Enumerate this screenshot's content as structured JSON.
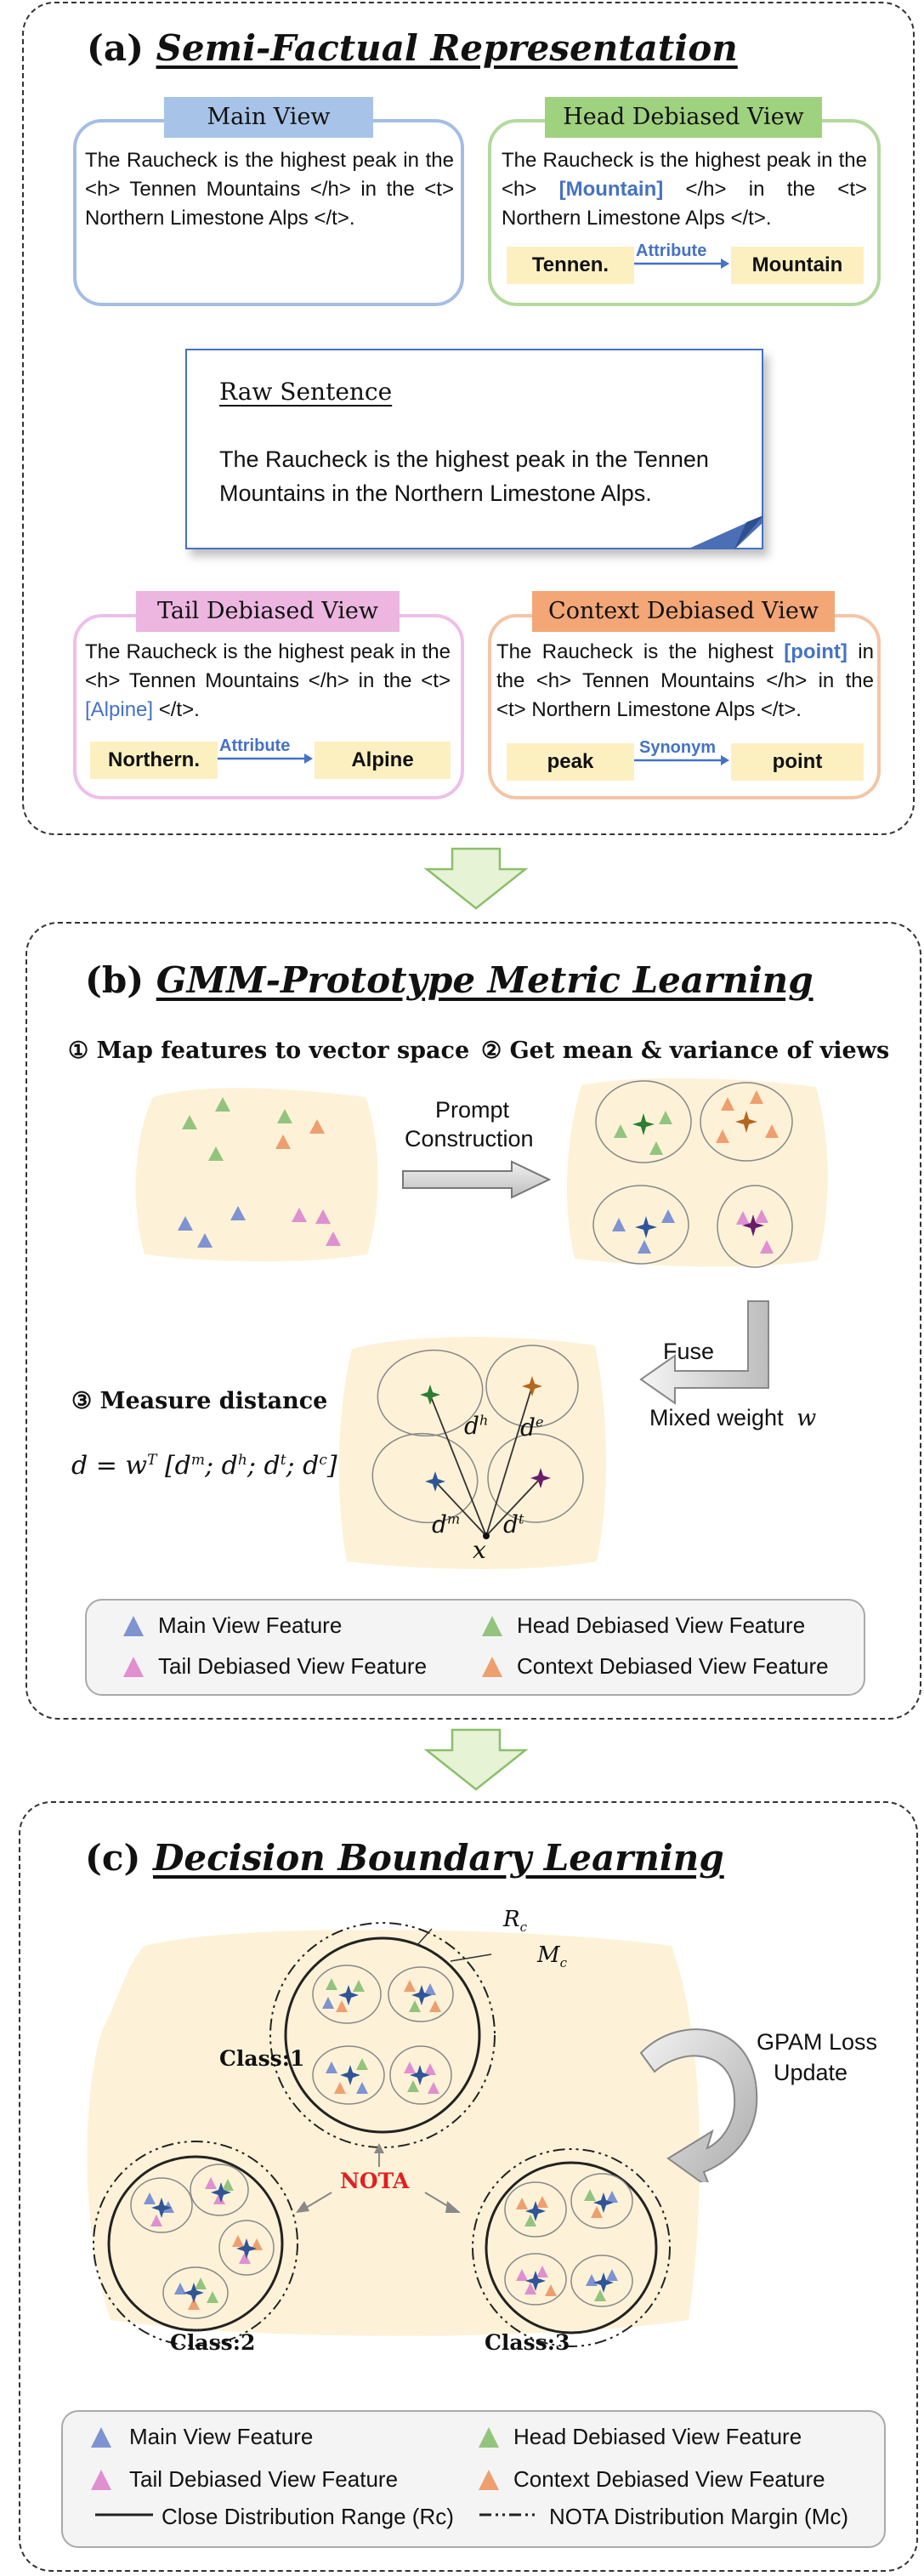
{
  "panel_a": {
    "label": "(a)",
    "title": "Semi-Factual Representation",
    "main_view": {
      "header": "Main View",
      "text": "The Raucheck is the highest peak in the <h> Tennen Mountains </h> in the <t> Northern Limestone Alps </t>."
    },
    "head_view": {
      "header": "Head Debiased View",
      "text_before": "The Raucheck is the highest peak in the <h> ",
      "highlight": "[Mountain]",
      "text_after": " </h> in the <t> Northern Limestone Alps </t>.",
      "chip_left": "Tennen.",
      "relation": "Attribute",
      "chip_right": "Mountain"
    },
    "raw_sentence": {
      "title": "Raw Sentence",
      "text": "The Raucheck is the highest peak in the Tennen Mountains in the Northern Limestone Alps."
    },
    "tail_view": {
      "header": "Tail Debiased View",
      "text_before": "The Raucheck is the highest peak in the <h> Tennen Mountains </h> in the <t> ",
      "highlight": "[Alpine]",
      "text_after": " </t>.",
      "chip_left": "Northern.",
      "relation": "Attribute",
      "chip_right": "Alpine"
    },
    "context_view": {
      "header": "Context Debiased View",
      "text_before": "The Raucheck is the highest ",
      "highlight": "[point]",
      "text_after": " in the <h> Tennen Mountains </h> in the <t> Northern Limestone Alps </t>.",
      "chip_left": "peak",
      "relation": "Synonym",
      "chip_right": "point"
    }
  },
  "panel_b": {
    "label": "(b)",
    "title": "GMM-Prototype Metric Learning",
    "step1": "① Map features to vector space",
    "step2": "② Get mean & variance of views",
    "prompt_line1": "Prompt",
    "prompt_line2": "Construction",
    "fuse": "Fuse",
    "mixed_weight": "Mixed weight",
    "mixed_weight_symbol": "w",
    "step3": "③ Measure distance",
    "formula": "d = wT [dm; dh; dt; dc]",
    "distance_labels": {
      "dh": "d",
      "dh_sup": "h",
      "de": "d",
      "de_sup": "e",
      "dm": "d",
      "dm_sup": "m",
      "dt": "d",
      "dt_sup": "t",
      "x": "x"
    },
    "legend": {
      "main": "Main View Feature",
      "head": "Head Debiased View Feature",
      "tail": "Tail Debiased View Feature",
      "context": "Context Debiased View Feature"
    }
  },
  "panel_c": {
    "label": "(c)",
    "title": "Decision Boundary Learning",
    "class1": "Class:1",
    "class2": "Class:2",
    "class3": "Class:3",
    "nota": "NOTA",
    "rc": "R",
    "rc_sub": "c",
    "mc": "M",
    "mc_sub": "c",
    "loss_line1": "GPAM Loss",
    "loss_line2": "Update",
    "legend": {
      "main": "Main View Feature",
      "head": "Head Debiased View Feature",
      "tail": "Tail Debiased View Feature",
      "context": "Context Debiased View Feature",
      "close_range": "Close Distribution Range (Rc)",
      "nota_margin": "NOTA Distribution Margin (Mc)"
    }
  },
  "colors": {
    "main": "#7e93d0",
    "head": "#93c47d",
    "tail": "#e08fd0",
    "context": "#ee9f6f",
    "main_view_border": "#a4bde6",
    "head_view_border": "#b3d99d",
    "tail_view_border": "#eebfe8",
    "context_view_border": "#f4c5a5",
    "highlight": "#4472c4",
    "nota": "#e02020",
    "arrow_green": "#e6f3d5"
  }
}
